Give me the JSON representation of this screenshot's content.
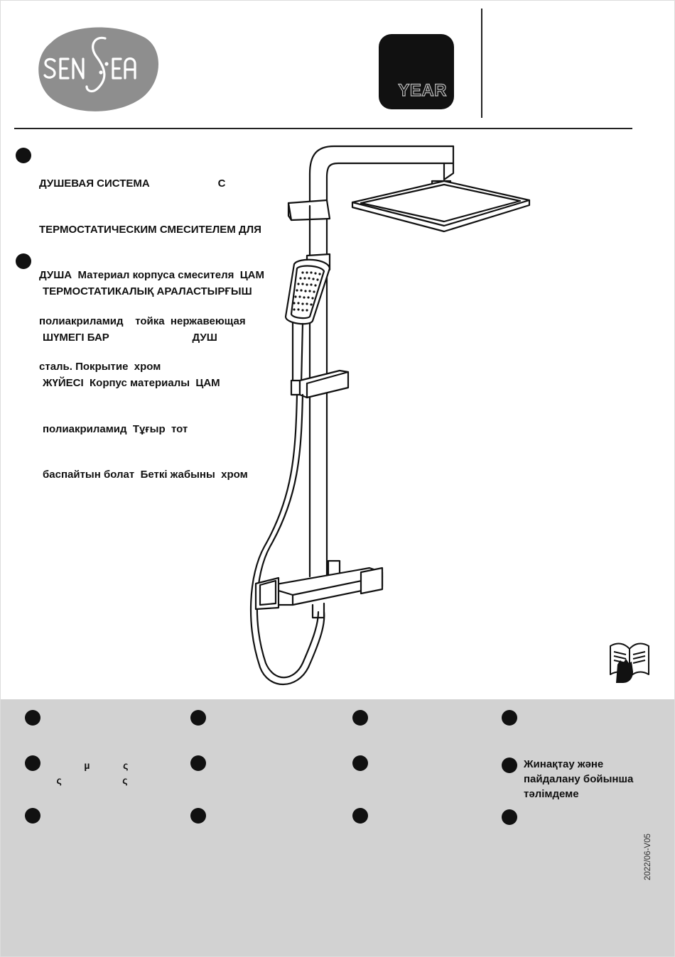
{
  "brand": {
    "name": "SENSEA",
    "badge": "YEAR"
  },
  "descriptions": [
    {
      "lines": [
        "ДУШЕВАЯ СИСТЕМА                       С",
        "ТЕРМОСТАТИЧЕСКИМ СМЕСИТЕЛЕМ ДЛЯ",
        "ДУША  Материал корпуса смесителя  ЦАМ",
        "полиакриламид    тойка  нержавеющая",
        "сталь. Покрытие  хром"
      ]
    },
    {
      "lines": [
        "ТЕРМОСТАТИКАЛЫҚ АРАЛАСТЫРҒЫШ",
        "ШҮМЕГІ БАР                            ДУШ",
        "ЖҮЙЕСІ  Корпус материалы  ЦАМ",
        "полиакриламид  Тұғыр  тот",
        "баспайтын болат  Беткі жабыны  хром"
      ]
    }
  ],
  "languages": [
    {
      "text": ""
    },
    {
      "text": ""
    },
    {
      "text": ""
    },
    {
      "text": ""
    },
    {
      "text": "               µ            ς\n     ς                      ς"
    },
    {
      "text": ""
    },
    {
      "text": ""
    },
    {
      "text": "Жинақтау және\nпайдалану бойынша\nтәлімдеме"
    },
    {
      "text": ""
    },
    {
      "text": ""
    },
    {
      "text": ""
    },
    {
      "text": ""
    }
  ],
  "footer": {
    "version": "2022/06-V05"
  },
  "icons": [
    "sensea-logo",
    "year-badge",
    "shower-system-illustration",
    "read-manual-icon"
  ],
  "colors": {
    "band": "#d2d2d2",
    "ink": "#111111",
    "logo": "#8e8e8e"
  }
}
